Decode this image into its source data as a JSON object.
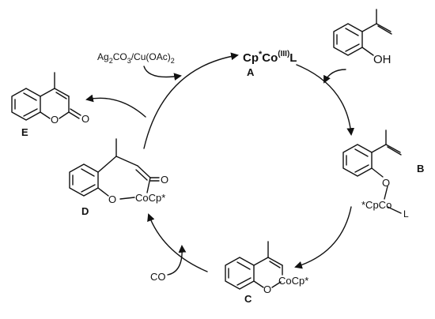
{
  "labels": {
    "A": "A",
    "B": "B",
    "C": "C",
    "D": "D",
    "E": "E"
  },
  "catalyst": {
    "cp": "Cp",
    "star": "*",
    "co": "Co",
    "ox": "(III)",
    "ligand": "L"
  },
  "reagent": {
    "oh": "OH"
  },
  "intermediate_b": {
    "o": "O",
    "cp": "*CpCo",
    "l": "L"
  },
  "intermediate_c": {
    "o": "O",
    "cocp": "CoCp*"
  },
  "intermediate_d": {
    "o_ring": "O",
    "o_carbonyl": "O",
    "cocp": "CoCp*"
  },
  "product_e": {
    "o_ring": "O",
    "o_carbonyl": "O"
  },
  "oxidant": {
    "ag": "Ag",
    "two_a": "2",
    "co3": "CO",
    "three": "3",
    "cu": "/Cu(OAc)",
    "two_b": "2"
  },
  "co_release": "CO"
}
